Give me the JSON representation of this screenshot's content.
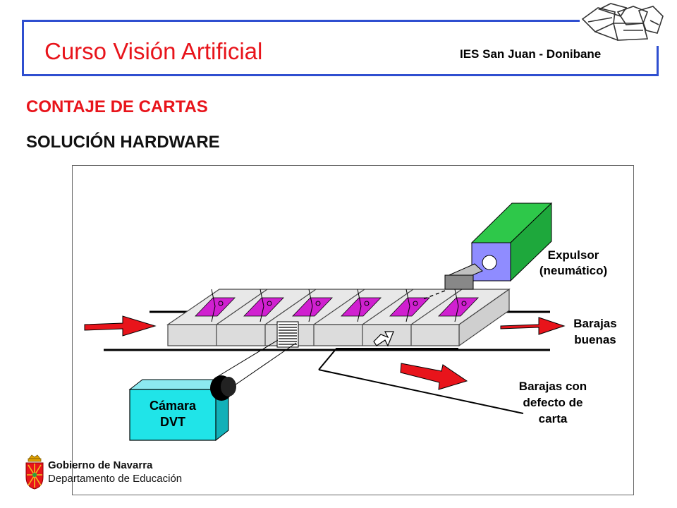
{
  "header": {
    "title": "Curso Visión Artificial",
    "school": "IES San Juan - Donibane"
  },
  "section": {
    "title": "CONTAJE DE CARTAS",
    "subtitle": "SOLUCIÓN HARDWARE"
  },
  "diagram": {
    "ejector_label_1": "Expulsor",
    "ejector_label_2": "(neumático)",
    "good_label_1": "Barajas",
    "good_label_2": "buenas",
    "defect_label_1": "Barajas con",
    "defect_label_2": "defecto de",
    "defect_label_3": "carta",
    "camera_label_1": "Cámara",
    "camera_label_2": "DVT",
    "colors": {
      "ejector": "#2ec84a",
      "ejector_face": "#8f8cff",
      "camera": "#20e4e8",
      "arrow": "#e8141b",
      "card": "#d020d0"
    }
  },
  "footer": {
    "line1": "Gobierno de Navarra",
    "line2": "Departamento de Educación"
  }
}
